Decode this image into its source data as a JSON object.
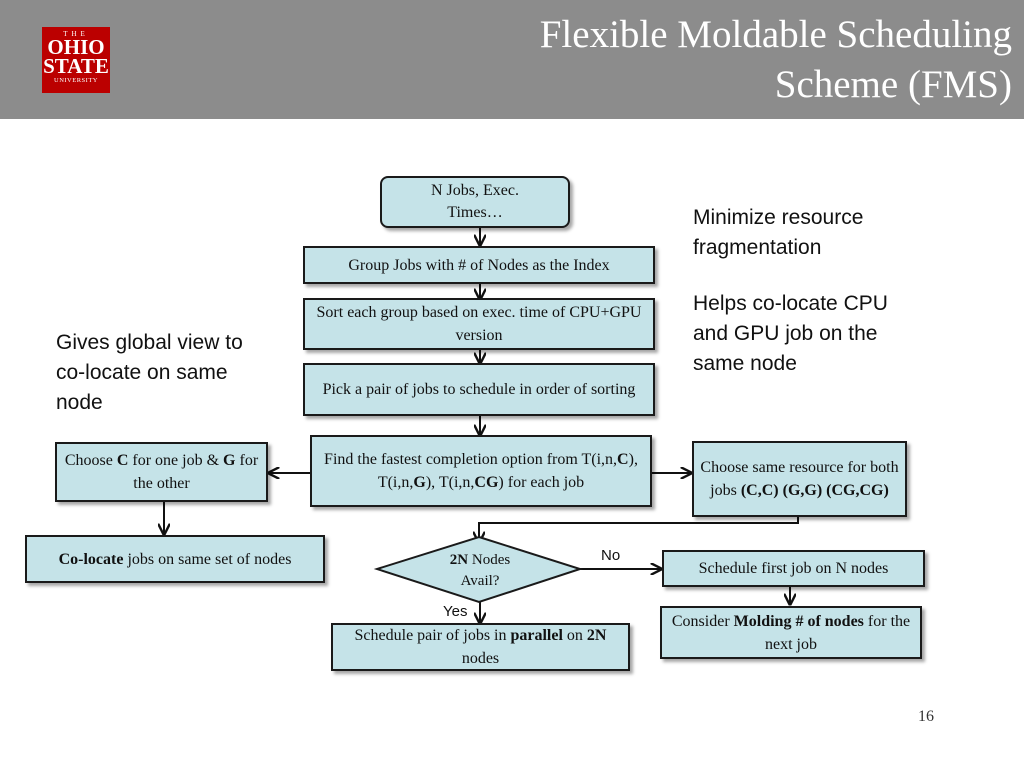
{
  "header": {
    "title_line1": "Flexible Moldable Scheduling",
    "title_line2": "Scheme (FMS)",
    "logo": {
      "line1": "THE",
      "line2": "OHIO",
      "line3": "STATE",
      "line4": "UNIVERSITY"
    }
  },
  "flow": {
    "start": {
      "line1": "N Jobs, Exec.",
      "line2": "Times…"
    },
    "group": "Group Jobs with # of Nodes as the Index",
    "sort": "Sort each group based on exec. time of CPU+GPU version",
    "pick": "Pick a pair of jobs to schedule in order of sorting",
    "find": {
      "a": "Find the fastest completion option from T(i,n,",
      "b": "C",
      "c": "), T(i,n,",
      "d": "G",
      "e": "), T(i,n,",
      "f": "CG",
      "g": ") for each job"
    },
    "choose_cg": {
      "a": "Choose ",
      "b": "C",
      "c": " for one job & ",
      "d": "G",
      "e": " for the other"
    },
    "colocate": {
      "a": "Co-locate",
      "b": " jobs on same set of nodes"
    },
    "same_resource": {
      "a": "Choose same resource for both jobs ",
      "b": "(C,C) (G,G) (CG,CG)"
    },
    "decision": {
      "a": "2N",
      "b": " Nodes",
      "c": "Avail?"
    },
    "no_label": "No",
    "yes_label": "Yes",
    "schedule_first": "Schedule first job on N nodes",
    "parallel": {
      "a": "Schedule pair of jobs in ",
      "b": "parallel",
      "c": " on ",
      "d": "2N",
      "e": " nodes"
    },
    "molding": {
      "a": "Consider ",
      "b": "Molding # of nodes",
      "c": " for the next job"
    }
  },
  "notes": {
    "minimize": "Minimize resource fragmentation",
    "helps": "Helps co-locate CPU and GPU job on the same node",
    "global": "Gives global view to co-locate on same node"
  },
  "page_number": "16",
  "colors": {
    "header": "#8c8c8c",
    "box_fill": "#c5e3e8",
    "logo_red": "#bb0000"
  }
}
